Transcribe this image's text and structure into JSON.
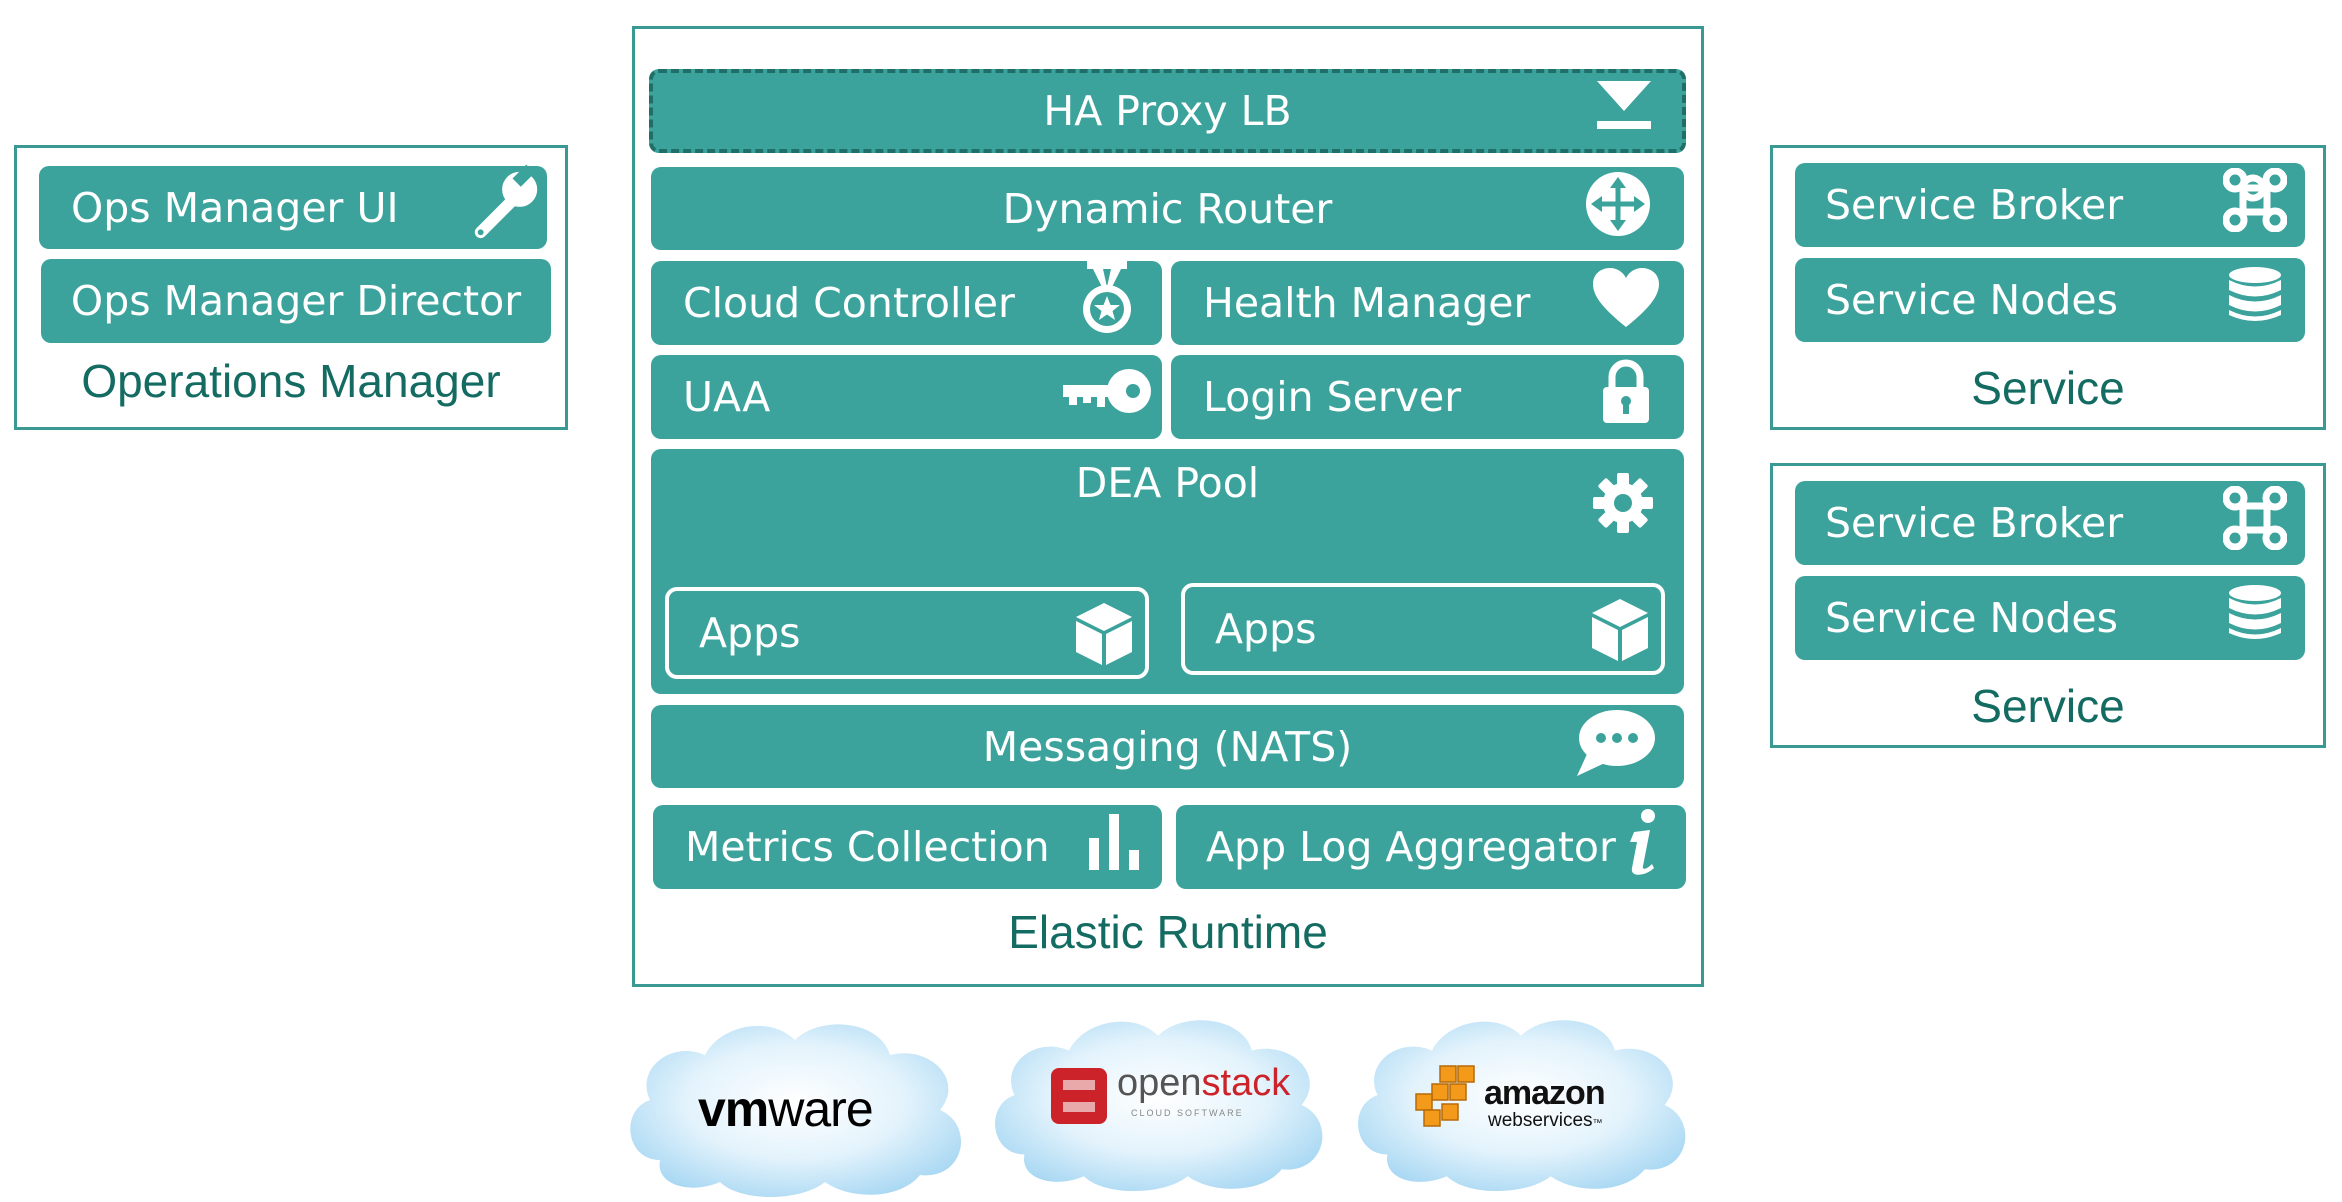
{
  "operations_manager": {
    "label": "Operations Manager",
    "ui": "Ops Manager UI",
    "director": "Ops Manager Director"
  },
  "elastic_runtime": {
    "label": "Elastic Runtime",
    "ha_proxy": "HA Proxy LB",
    "dynamic_router": "Dynamic Router",
    "cloud_controller": "Cloud Controller",
    "health_manager": "Health Manager",
    "uaa": "UAA",
    "login_server": "Login Server",
    "dea_pool": "DEA Pool",
    "apps_1": "Apps",
    "apps_2": "Apps",
    "messaging": "Messaging (NATS)",
    "metrics": "Metrics Collection",
    "app_log": "App Log Aggregator"
  },
  "services": [
    {
      "label": "Service",
      "broker": "Service Broker",
      "nodes": "Service Nodes"
    },
    {
      "label": "Service",
      "broker": "Service Broker",
      "nodes": "Service Nodes"
    }
  ],
  "clouds": {
    "vmware": {
      "vm": "vm",
      "ware": "ware"
    },
    "openstack": {
      "open": "open",
      "stack": "stack",
      "tagline": "CLOUD SOFTWARE"
    },
    "amazon": {
      "name": "amazon",
      "sub": "webservices",
      "tm": "™"
    }
  },
  "colors": {
    "box_fill": "#3ba39c",
    "frame_border": "#3a9a93",
    "label_text": "#136b62",
    "openstack_red": "#cc2229",
    "amazon_orange": "#f49a1a",
    "cloud_fill": "#a9d8f3"
  }
}
